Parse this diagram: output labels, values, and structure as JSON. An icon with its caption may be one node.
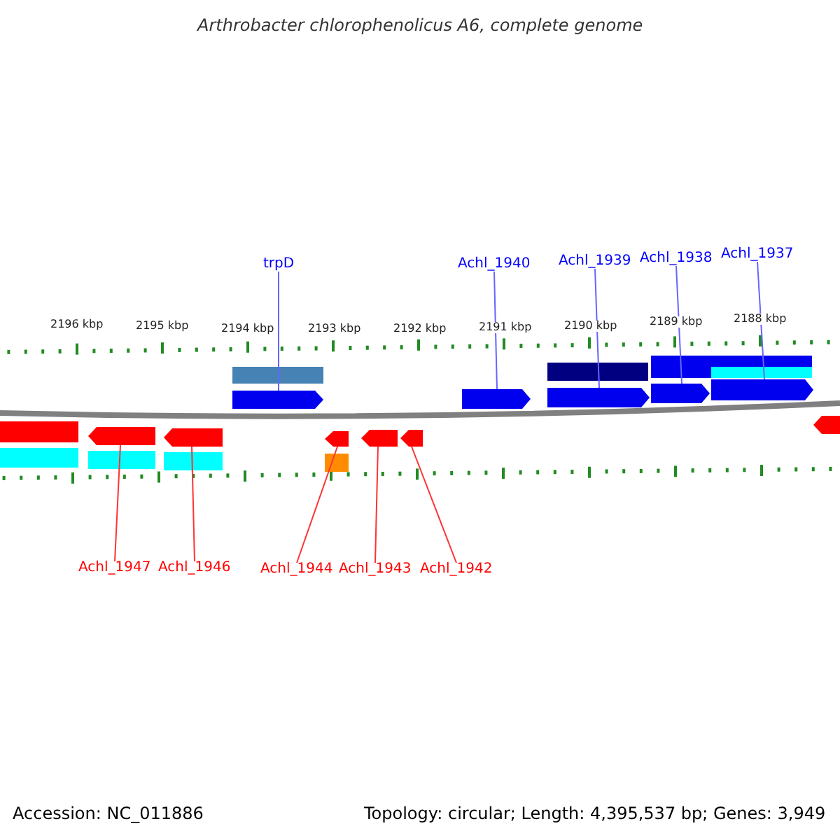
{
  "diagram": {
    "title": "Arthrobacter chlorophenolicus A6, complete genome",
    "nodes": [
      {
        "text": [
          "trpD"
        ]
      },
      {
        "text": [
          "Achl_1940"
        ]
      },
      {
        "text": [
          "Achl_1939"
        ]
      },
      {
        "text": [
          "Achl_1938"
        ]
      },
      {
        "text": [
          "Achl_1937"
        ]
      },
      {
        "text": [
          "Achl_1947"
        ]
      },
      {
        "text": [
          "Achl_1946"
        ]
      },
      {
        "text": [
          "Achl_1944"
        ]
      },
      {
        "text": [
          "Achl_1943"
        ]
      },
      {
        "text": [
          "Achl_1942"
        ]
      },
      {
        "text": [],
        "shape": "box"
      },
      {
        "text": [],
        "shape": "box"
      },
      {
        "text": [],
        "shape": "box"
      },
      {
        "text": [],
        "shape": "box"
      },
      {
        "text": [],
        "shape": "box"
      },
      {
        "text": [],
        "shape": "box"
      },
      {
        "text": [],
        "shape": "box"
      },
      {
        "text": [],
        "shape": "box"
      },
      {
        "text": [],
        "shape": "box"
      },
      {
        "text": [],
        "shape": "box"
      }
    ],
    "edges": [
      {
        "from": 0,
        "to": 10,
        "arrow": "none",
        "color": "#6666ff"
      },
      {
        "from": 1,
        "to": 11,
        "arrow": "none",
        "color": "#6666ff"
      },
      {
        "from": 2,
        "to": 12,
        "arrow": "none",
        "color": "#6666ff"
      },
      {
        "from": 3,
        "to": 13,
        "arrow": "none",
        "color": "#6666ff"
      },
      {
        "from": 4,
        "to": 14,
        "arrow": "none",
        "color": "#6666ff"
      },
      {
        "from": 5,
        "to": 15,
        "arrow": "none",
        "color": "#ff3333"
      },
      {
        "from": 6,
        "to": 16,
        "arrow": "none",
        "color": "#ff3333"
      },
      {
        "from": 7,
        "to": 17,
        "arrow": "none",
        "color": "#ff3333"
      },
      {
        "from": 8,
        "to": 18,
        "arrow": "none",
        "color": "#ff3333"
      },
      {
        "from": 9,
        "to": 19,
        "arrow": "none",
        "color": "#ff3333"
      }
    ],
    "labels": [
      "2196 kbp",
      "2195 kbp",
      "2194 kbp",
      "2193 kbp",
      "2192 kbp",
      "2191 kbp",
      "2190 kbp",
      "2189 kbp",
      "2188 kbp",
      "Accession: NC_011886",
      "Topology: circular; Length: 4,395,537 bp; Genes: 3,949"
    ]
  }
}
